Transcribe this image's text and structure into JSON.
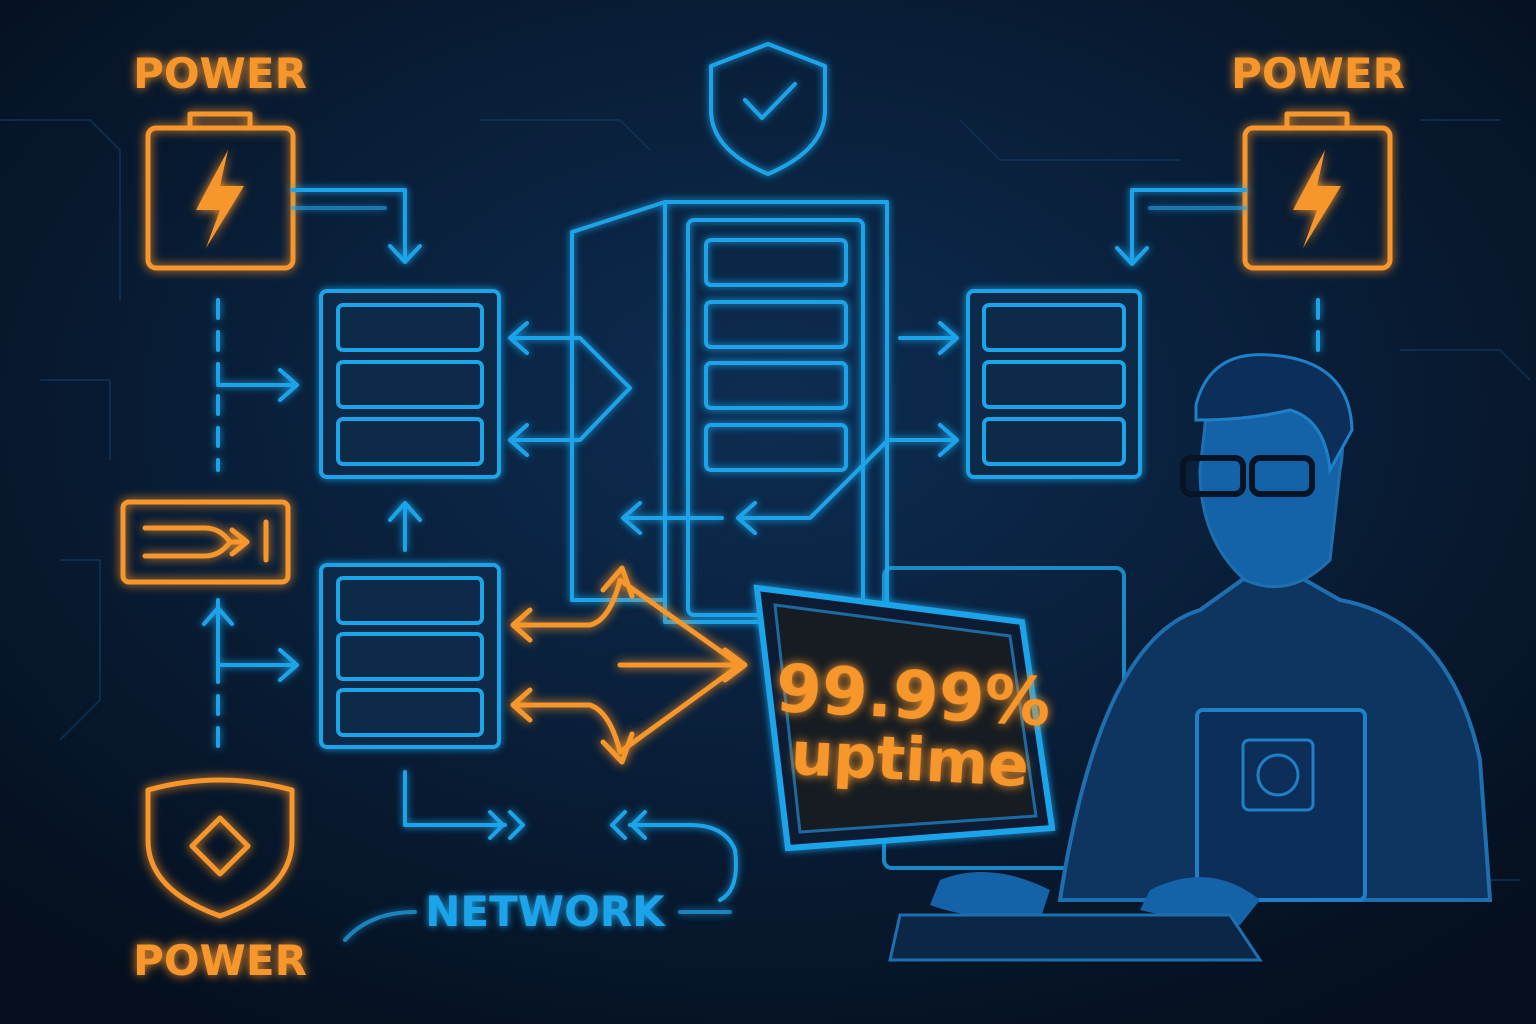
{
  "labels": {
    "power_top_left": "POWER",
    "power_top_right": "POWER",
    "power_bottom_left": "POWER",
    "network": "NETWORK"
  },
  "monitor": {
    "value": "99.99%",
    "caption": "uptime"
  },
  "colors": {
    "background": "#071426",
    "blue": "#1ea4ea",
    "orange": "#f7962a"
  }
}
